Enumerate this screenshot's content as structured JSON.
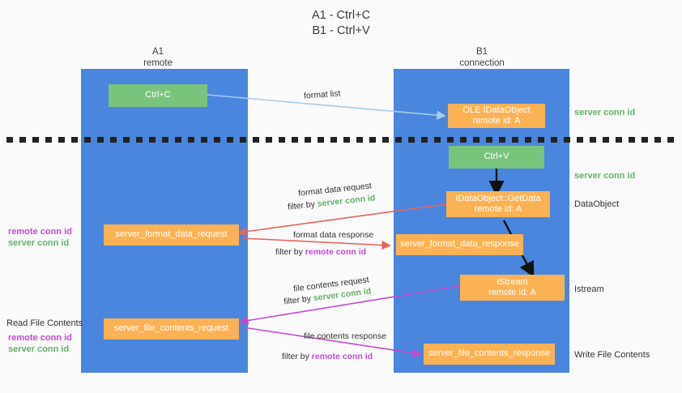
{
  "title": "A1 - Ctrl+C\nB1 - Ctrl+V",
  "colors": {
    "column": "#4a86de",
    "orange": "#fbb254",
    "green": "#79c47c",
    "server_conn_id": "#64b267",
    "remote_conn_id": "#c04bd0",
    "red_arrow": "#e8645a",
    "magenta_arrow": "#c04bd0",
    "blue_arrow": "#a8cdeb",
    "black_arrow": "#111111",
    "background": "#fafafa"
  },
  "columns": [
    {
      "id": "a1",
      "heading": "A1\nremote"
    },
    {
      "id": "b1",
      "heading": "B1\nconnection"
    }
  ],
  "nodes": {
    "ctrl_c": "Ctrl+C",
    "ole_idataobject": "OLE IDataObject\nremote id: A",
    "ctrl_v": "Ctrl+V",
    "idataobject_getdata": "IDataObject::GetData\nremote id: A",
    "server_format_data_request": "server_format_data_request",
    "server_format_data_response": "server_format_data_response",
    "istream": "IStream\nremote id: A",
    "server_file_contents_request": "server_file_contents_request",
    "server_file_contents_response": "server_file_contents_response"
  },
  "right_labels": [
    {
      "id": "server-conn-id-1",
      "text": "server conn id",
      "style": "green"
    },
    {
      "id": "server-conn-id-2",
      "text": "server conn id",
      "style": "green"
    },
    {
      "id": "dataobject",
      "text": "DataObject",
      "style": "plain"
    },
    {
      "id": "istream",
      "text": "Istream",
      "style": "plain"
    },
    {
      "id": "write-file-contents",
      "text": "Write File Contents",
      "style": "plain"
    }
  ],
  "left_labels": [
    {
      "id": "remote-conn-id-1",
      "text": "remote conn id",
      "style": "purple"
    },
    {
      "id": "server-conn-id-3",
      "text": "server conn id",
      "style": "green"
    },
    {
      "id": "read-file-contents",
      "text": "Read File Contents",
      "style": "plain"
    },
    {
      "id": "remote-conn-id-2",
      "text": "remote conn id",
      "style": "purple"
    },
    {
      "id": "server-conn-id-4",
      "text": "server conn id",
      "style": "green"
    }
  ],
  "edge_labels": {
    "format_list": "format list",
    "format_data_request": "format data request",
    "format_data_request_filter_prefix": "filter by ",
    "format_data_request_filter_value": "server conn id",
    "format_data_response": "format data response",
    "format_data_response_filter_prefix": "filter by ",
    "format_data_response_filter_value": "remote conn id",
    "file_contents_request": "file contents request",
    "file_contents_request_filter_prefix": "filter by ",
    "file_contents_request_filter_value": "server conn id",
    "file_contents_response": "file contents response",
    "file_contents_response_filter_prefix": "filter by ",
    "file_contents_response_filter_value": "remote conn id"
  }
}
